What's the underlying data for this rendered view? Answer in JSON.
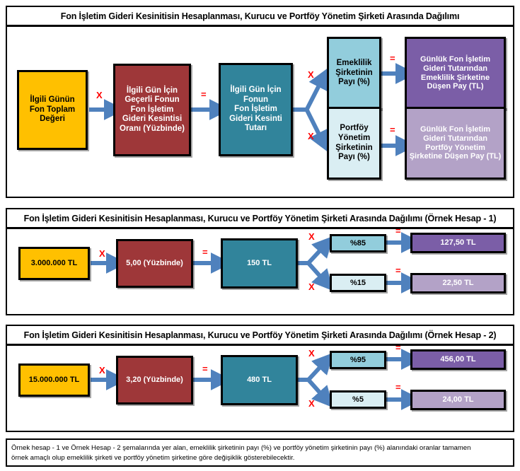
{
  "colors": {
    "yellow": "#FFC000",
    "dark_red": "#9E3739",
    "teal": "#31849B",
    "light_blue": "#92CDDC",
    "pale_blue": "#DAEEF3",
    "purple": "#7B5EA7",
    "light_purple": "#B3A2C7",
    "arrow_blue": "#4F81BD",
    "operator_red": "#FF0000",
    "border_black": "#000000"
  },
  "panels": [
    {
      "title": "Fon İşletim Gideri Kesinitisin Hesaplanması, Kurucu ve Portföy Yönetim Şirketi Arasında Dağılımı",
      "boxes": {
        "fund_value": "İlgili Günün\nFon Toplam\nDeğeri",
        "rate": "İlgili Gün İçin\nGeçerli Fonun\nFon İşletim\nGideri Kesintisi\nOranı  (Yüzbinde)",
        "amount": "İlgili Gün İçin\nFonun\nFon İşletim\nGideri Kesinti\nTutarı",
        "share_top": "Emeklilik\nŞirketinin\nPayı (%)",
        "share_bottom": "Portföy\nYönetim\nŞirketinin\nPayı (%)",
        "result_top": "Günlük Fon İşletim\nGideri Tutarından\nEmeklilik Şirketine\nDüşen Pay (TL)",
        "result_bottom": "Günlük Fon İşletim\nGideri Tutarından\nPortföy Yönetim\nŞirketine Düşen Pay (TL)"
      },
      "operators": {
        "op1": "X",
        "op2": "=",
        "op3": "X",
        "op4": "X",
        "op5": "=",
        "op6": "="
      }
    },
    {
      "title": "Fon İşletim Gideri Kesinitisin Hesaplanması, Kurucu ve Portföy Yönetim Şirketi Arasında Dağılımı (Örnek Hesap - 1)",
      "boxes": {
        "fund_value": "3.000.000 TL",
        "rate": "5,00 (Yüzbinde)",
        "amount": "150 TL",
        "share_top": "%85",
        "share_bottom": "%15",
        "result_top": "127,50 TL",
        "result_bottom": "22,50 TL"
      },
      "operators": {
        "op1": "X",
        "op2": "=",
        "op3": "X",
        "op4": "X",
        "op5": "=",
        "op6": "="
      }
    },
    {
      "title": "Fon İşletim Gideri Kesinitisin Hesaplanması, Kurucu ve Portföy Yönetim Şirketi Arasında Dağılımı (Örnek Hesap - 2)",
      "boxes": {
        "fund_value": "15.000.000  TL",
        "rate": "3,20 (Yüzbinde)",
        "amount": "480 TL",
        "share_top": "%95",
        "share_bottom": "%5",
        "result_top": "456,00 TL",
        "result_bottom": "24,00 TL"
      },
      "operators": {
        "op1": "X",
        "op2": "=",
        "op3": "X",
        "op4": "X",
        "op5": "=",
        "op6": "="
      }
    }
  ],
  "note": {
    "line1": "Örnek hesap - 1 ve Örnek Hesap - 2 şemalarında yer alan, emeklilik şirketinin payı (%) ve portföy yönetim şirketinin payı (%) alanındaki oranlar tamamen",
    "line2": "örnek amaçlı olup emeklilik şirketi ve portföy yönetim şirketine göre değişiklik gösterebilecektir."
  }
}
